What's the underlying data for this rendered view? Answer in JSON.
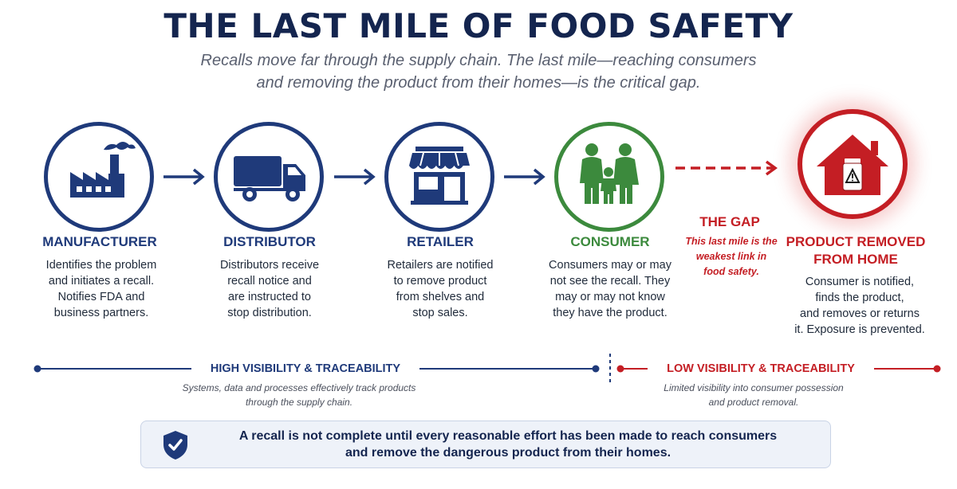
{
  "header": {
    "title": "THE LAST MILE OF FOOD SAFETY",
    "subtitle_line1": "Recalls move far through the supply chain. The last mile—reaching consumers",
    "subtitle_line2": "and removing the product from their homes—is the critical gap."
  },
  "stages": [
    {
      "title": "MANUFACTURER",
      "icon": "factory-icon",
      "desc": [
        "Identifies the problem",
        "and initiates a recall.",
        "Notifies FDA and",
        "business partners."
      ]
    },
    {
      "title": "DISTRIBUTOR",
      "icon": "truck-icon",
      "desc": [
        "Distributors receive",
        "recall notice and",
        "are instructed to",
        "stop distribution."
      ]
    },
    {
      "title": "RETAILER",
      "icon": "store-icon",
      "desc": [
        "Retailers are notified",
        "to remove product",
        "from shelves and",
        "stop sales."
      ]
    },
    {
      "title": "CONSUMER",
      "icon": "family-icon",
      "desc": [
        "Consumers may or may",
        "not see the recall. They",
        "may or may not know",
        "they have the product."
      ]
    },
    {
      "title_line1": "PRODUCT REMOVED",
      "title_line2": "FROM HOME",
      "icon": "home-warning-icon",
      "desc": [
        "Consumer is notified,",
        "finds the product,",
        "and removes or returns",
        "it. Exposure is prevented."
      ]
    }
  ],
  "gap": {
    "title": "THE GAP",
    "desc": [
      "This last mile is the",
      "weakest link in",
      "food safety."
    ]
  },
  "visibility": {
    "high": {
      "label": "HIGH VISIBILITY & TRACEABILITY",
      "desc": [
        "Systems, data and processes effectively track products",
        "through the supply chain."
      ]
    },
    "low": {
      "label": "LOW VISIBILITY & TRACEABILITY",
      "desc": [
        "Limited visibility into consumer possession",
        "and product removal."
      ]
    }
  },
  "callout": {
    "icon": "shield-check-icon",
    "line1": "A recall is not complete until every reasonable effort has been made to reach consumers",
    "line2": "and remove the dangerous product from their homes."
  },
  "colors": {
    "navy": "#1f3a7a",
    "green": "#3c8a3d",
    "red": "#c41e24"
  }
}
